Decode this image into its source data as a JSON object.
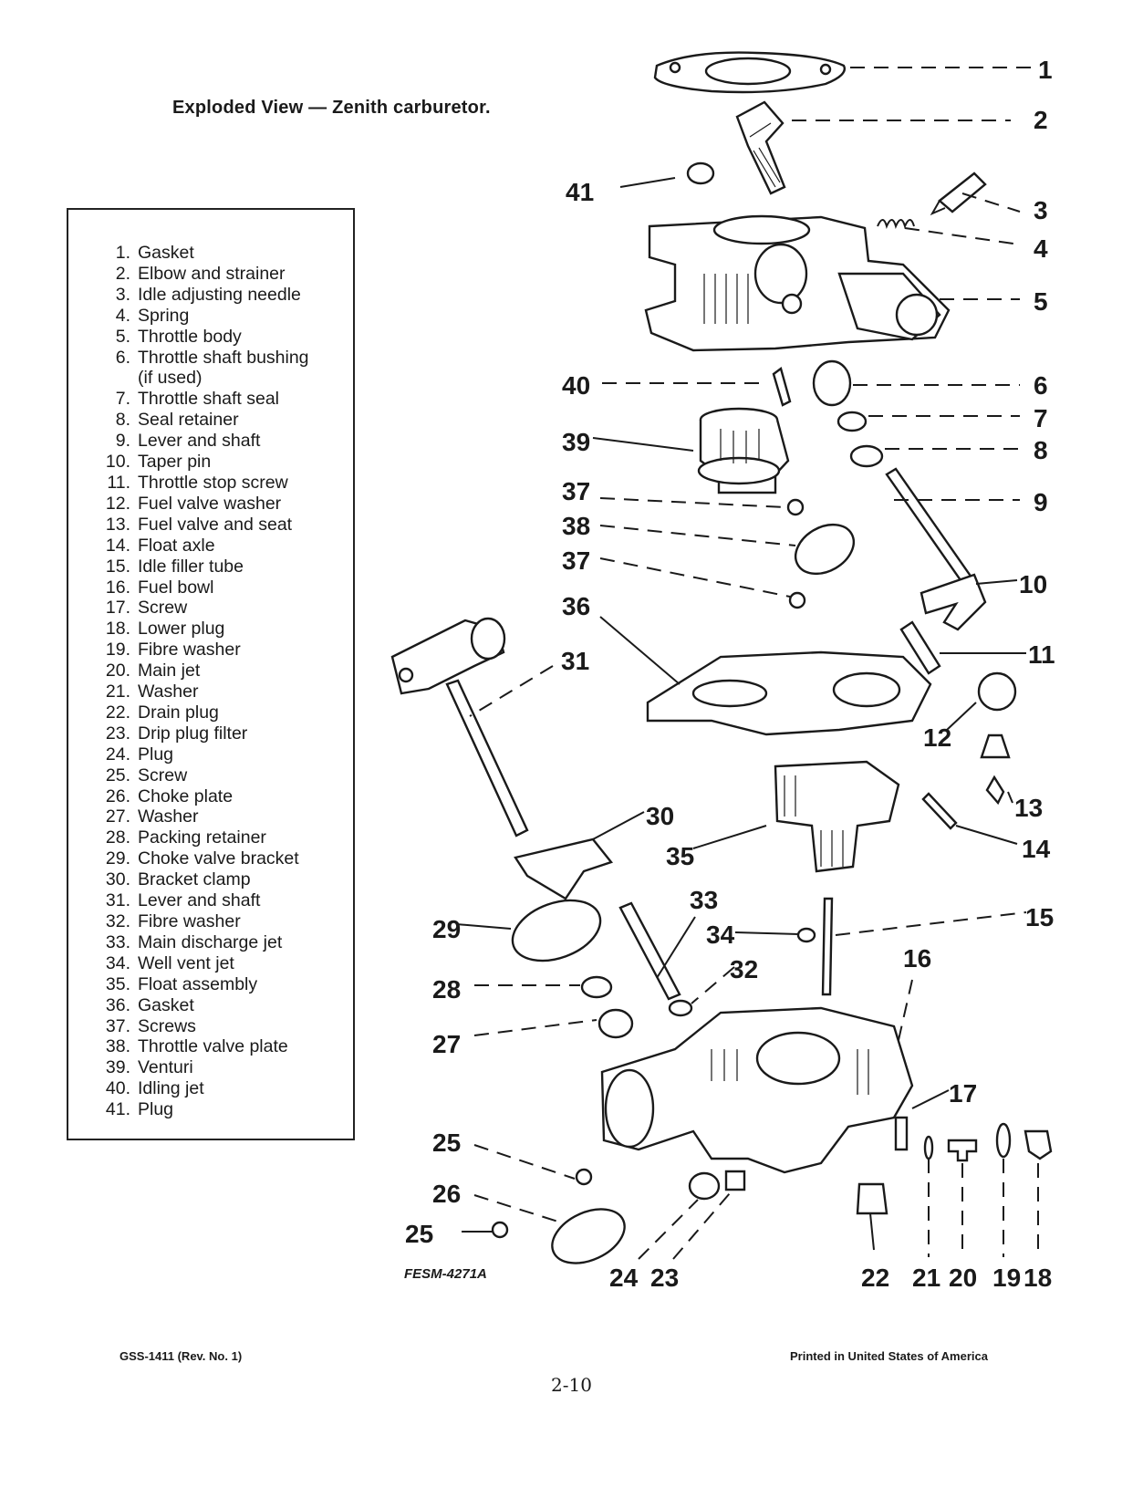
{
  "title": "Exploded View — Zenith carburetor.",
  "parts": [
    {
      "n": "1.",
      "name": "Gasket"
    },
    {
      "n": "2.",
      "name": "Elbow and strainer"
    },
    {
      "n": "3.",
      "name": "Idle adjusting needle"
    },
    {
      "n": "4.",
      "name": "Spring"
    },
    {
      "n": "5.",
      "name": "Throttle body"
    },
    {
      "n": "6.",
      "name": "Throttle shaft bushing"
    },
    {
      "n": "",
      "name": "(if used)"
    },
    {
      "n": "7.",
      "name": "Throttle shaft seal"
    },
    {
      "n": "8.",
      "name": "Seal retainer"
    },
    {
      "n": "9.",
      "name": "Lever and shaft"
    },
    {
      "n": "10.",
      "name": "Taper pin"
    },
    {
      "n": "11.",
      "name": "Throttle stop screw"
    },
    {
      "n": "12.",
      "name": "Fuel valve washer"
    },
    {
      "n": "13.",
      "name": "Fuel valve and seat"
    },
    {
      "n": "14.",
      "name": "Float axle"
    },
    {
      "n": "15.",
      "name": "Idle filler tube"
    },
    {
      "n": "16.",
      "name": "Fuel bowl"
    },
    {
      "n": "17.",
      "name": "Screw"
    },
    {
      "n": "18.",
      "name": "Lower plug"
    },
    {
      "n": "19.",
      "name": "Fibre washer"
    },
    {
      "n": "20.",
      "name": "Main jet"
    },
    {
      "n": "21.",
      "name": "Washer"
    },
    {
      "n": "22.",
      "name": "Drain plug"
    },
    {
      "n": "23.",
      "name": "Drip plug filter"
    },
    {
      "n": "24.",
      "name": "Plug"
    },
    {
      "n": "25.",
      "name": "Screw"
    },
    {
      "n": "26.",
      "name": "Choke plate"
    },
    {
      "n": "27.",
      "name": "Washer"
    },
    {
      "n": "28.",
      "name": "Packing retainer"
    },
    {
      "n": "29.",
      "name": "Choke valve bracket"
    },
    {
      "n": "30.",
      "name": "Bracket clamp"
    },
    {
      "n": "31.",
      "name": "Lever and shaft"
    },
    {
      "n": "32.",
      "name": "Fibre washer"
    },
    {
      "n": "33.",
      "name": "Main discharge jet"
    },
    {
      "n": "34.",
      "name": "Well vent jet"
    },
    {
      "n": "35.",
      "name": "Float assembly"
    },
    {
      "n": "36.",
      "name": "Gasket"
    },
    {
      "n": "37.",
      "name": "Screws"
    },
    {
      "n": "38.",
      "name": "Throttle valve plate"
    },
    {
      "n": "39.",
      "name": "Venturi"
    },
    {
      "n": "40.",
      "name": "Idling jet"
    },
    {
      "n": "41.",
      "name": "Plug"
    }
  ],
  "callouts": [
    "1",
    "2",
    "3",
    "4",
    "5",
    "6",
    "7",
    "8",
    "9",
    "10",
    "11",
    "12",
    "13",
    "14",
    "15",
    "16",
    "17",
    "18",
    "19",
    "20",
    "21",
    "22",
    "23",
    "24",
    "25",
    "26",
    "25",
    "27",
    "28",
    "29",
    "30",
    "31",
    "32",
    "33",
    "34",
    "35",
    "36",
    "37",
    "38",
    "37",
    "39",
    "40",
    "41"
  ],
  "figure_id": "FESM-4271A",
  "footer": {
    "left": "GSS-1411 (Rev. No. 1)",
    "right": "Printed in United States of America",
    "page": "2-10"
  }
}
